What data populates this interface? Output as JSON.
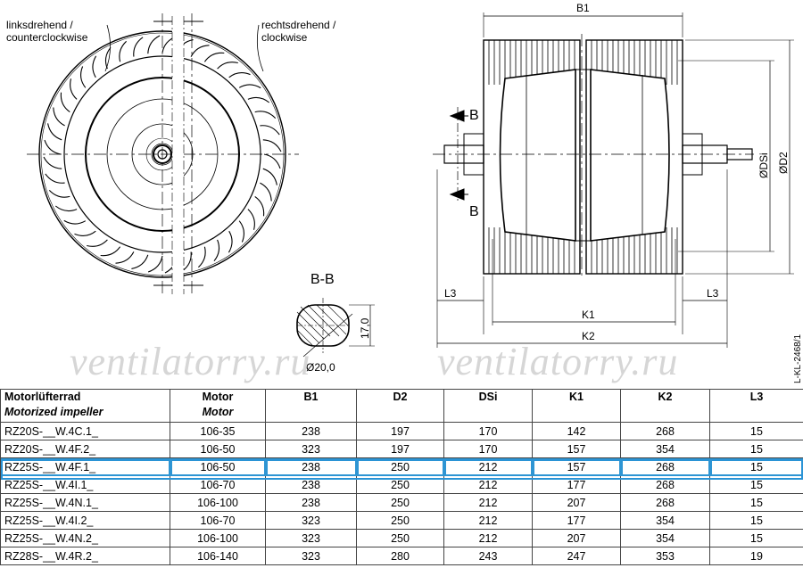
{
  "drawing": {
    "label_ccw_de": "linksdrehend /",
    "label_ccw_en": "counterclockwise",
    "label_cw_de": "rechtsdrehend /",
    "label_cw_en": "clockwise",
    "section_title": "B-B",
    "section_height": "17,0",
    "section_diameter": "Ø20,0",
    "label_b1": "B1",
    "label_b": "B",
    "label_dsi": "ØDSi",
    "label_d2": "ØD2",
    "label_l3": "L3",
    "label_k1": "K1",
    "label_k2": "K2",
    "drawing_number": "L-KL-2468/1",
    "watermark": "ventilatorry.ru"
  },
  "table": {
    "headers": [
      {
        "main": "Motorlüfterrad",
        "sub": "Motorized impeller"
      },
      {
        "main": "Motor",
        "sub": "Motor"
      },
      {
        "main": "B1",
        "sub": ""
      },
      {
        "main": "D2",
        "sub": ""
      },
      {
        "main": "DSi",
        "sub": ""
      },
      {
        "main": "K1",
        "sub": ""
      },
      {
        "main": "K2",
        "sub": ""
      },
      {
        "main": "L3",
        "sub": ""
      }
    ],
    "highlighted_row": 2,
    "highlight_color": "#2a93d5",
    "rows": [
      [
        "RZ20S-__W.4C.1_",
        "106-35",
        "238",
        "197",
        "170",
        "142",
        "268",
        "15"
      ],
      [
        "RZ20S-__W.4F.2_",
        "106-50",
        "323",
        "197",
        "170",
        "157",
        "354",
        "15"
      ],
      [
        "RZ25S-__W.4F.1_",
        "106-50",
        "238",
        "250",
        "212",
        "157",
        "268",
        "15"
      ],
      [
        "RZ25S-__W.4I.1_",
        "106-70",
        "238",
        "250",
        "212",
        "177",
        "268",
        "15"
      ],
      [
        "RZ25S-__W.4N.1_",
        "106-100",
        "238",
        "250",
        "212",
        "207",
        "268",
        "15"
      ],
      [
        "RZ25S-__W.4I.2_",
        "106-70",
        "323",
        "250",
        "212",
        "177",
        "354",
        "15"
      ],
      [
        "RZ25S-__W.4N.2_",
        "106-100",
        "323",
        "250",
        "212",
        "207",
        "354",
        "15"
      ],
      [
        "RZ28S-__W.4R.2_",
        "106-140",
        "323",
        "280",
        "243",
        "247",
        "353",
        "19"
      ]
    ]
  }
}
